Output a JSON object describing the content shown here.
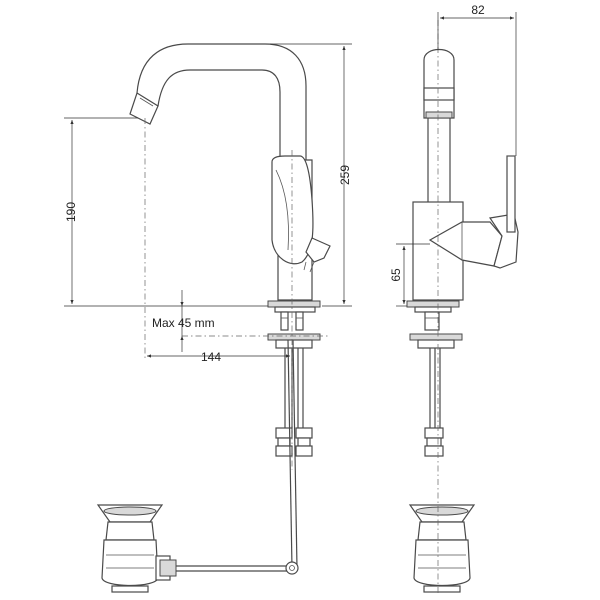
{
  "dimensions": {
    "spout_height": "190",
    "total_height": "259",
    "reach": "144",
    "max_thickness": "Max 45 mm",
    "depth": "82",
    "lever_height": "65"
  }
}
